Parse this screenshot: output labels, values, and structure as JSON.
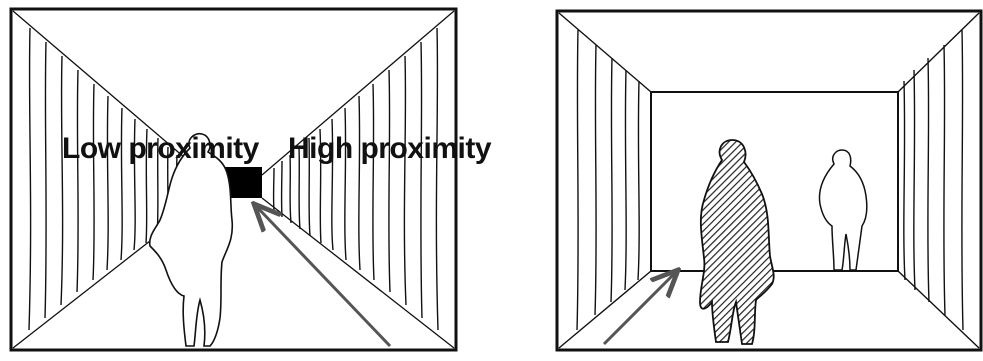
{
  "figure": {
    "panels": [
      {
        "id": "low",
        "label": "Low proximity"
      },
      {
        "id": "high",
        "label": "High proximity"
      }
    ],
    "colors": {
      "line": "#111111",
      "background": "#ffffff",
      "hatch_fill": "#3a3a3a",
      "arrow": "#555555",
      "vanishing_block": "#000000"
    }
  }
}
